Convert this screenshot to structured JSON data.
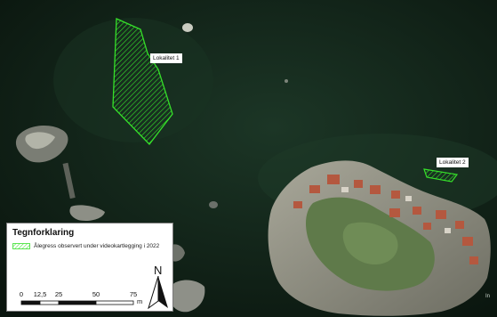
{
  "map": {
    "background": "aerial imagery",
    "colors": {
      "water_dark": "#0d1a12",
      "water": "#152a1d",
      "rock": "#8b8b82",
      "rock_light": "#b9b6a8",
      "vegetation": "#5f7a4a",
      "roof": "#b4583f",
      "eelgrass_hatch": "#36e02a"
    }
  },
  "areas": [
    {
      "label": "Lokalitet 1"
    },
    {
      "label": "Lokalitet 2"
    }
  ],
  "legend": {
    "title": "Tegnforklaring",
    "items": [
      {
        "label": "Ålegress observert under videokartlegging i 2022",
        "swatch": "green-hatch"
      }
    ]
  },
  "scale_bar": {
    "ticks": [
      "0",
      "12,5",
      "25",
      "50",
      "75"
    ],
    "tick_values": [
      0,
      12.5,
      25,
      50,
      75
    ],
    "unit": "m",
    "max": 75
  },
  "north_arrow": {
    "letter": "N"
  }
}
